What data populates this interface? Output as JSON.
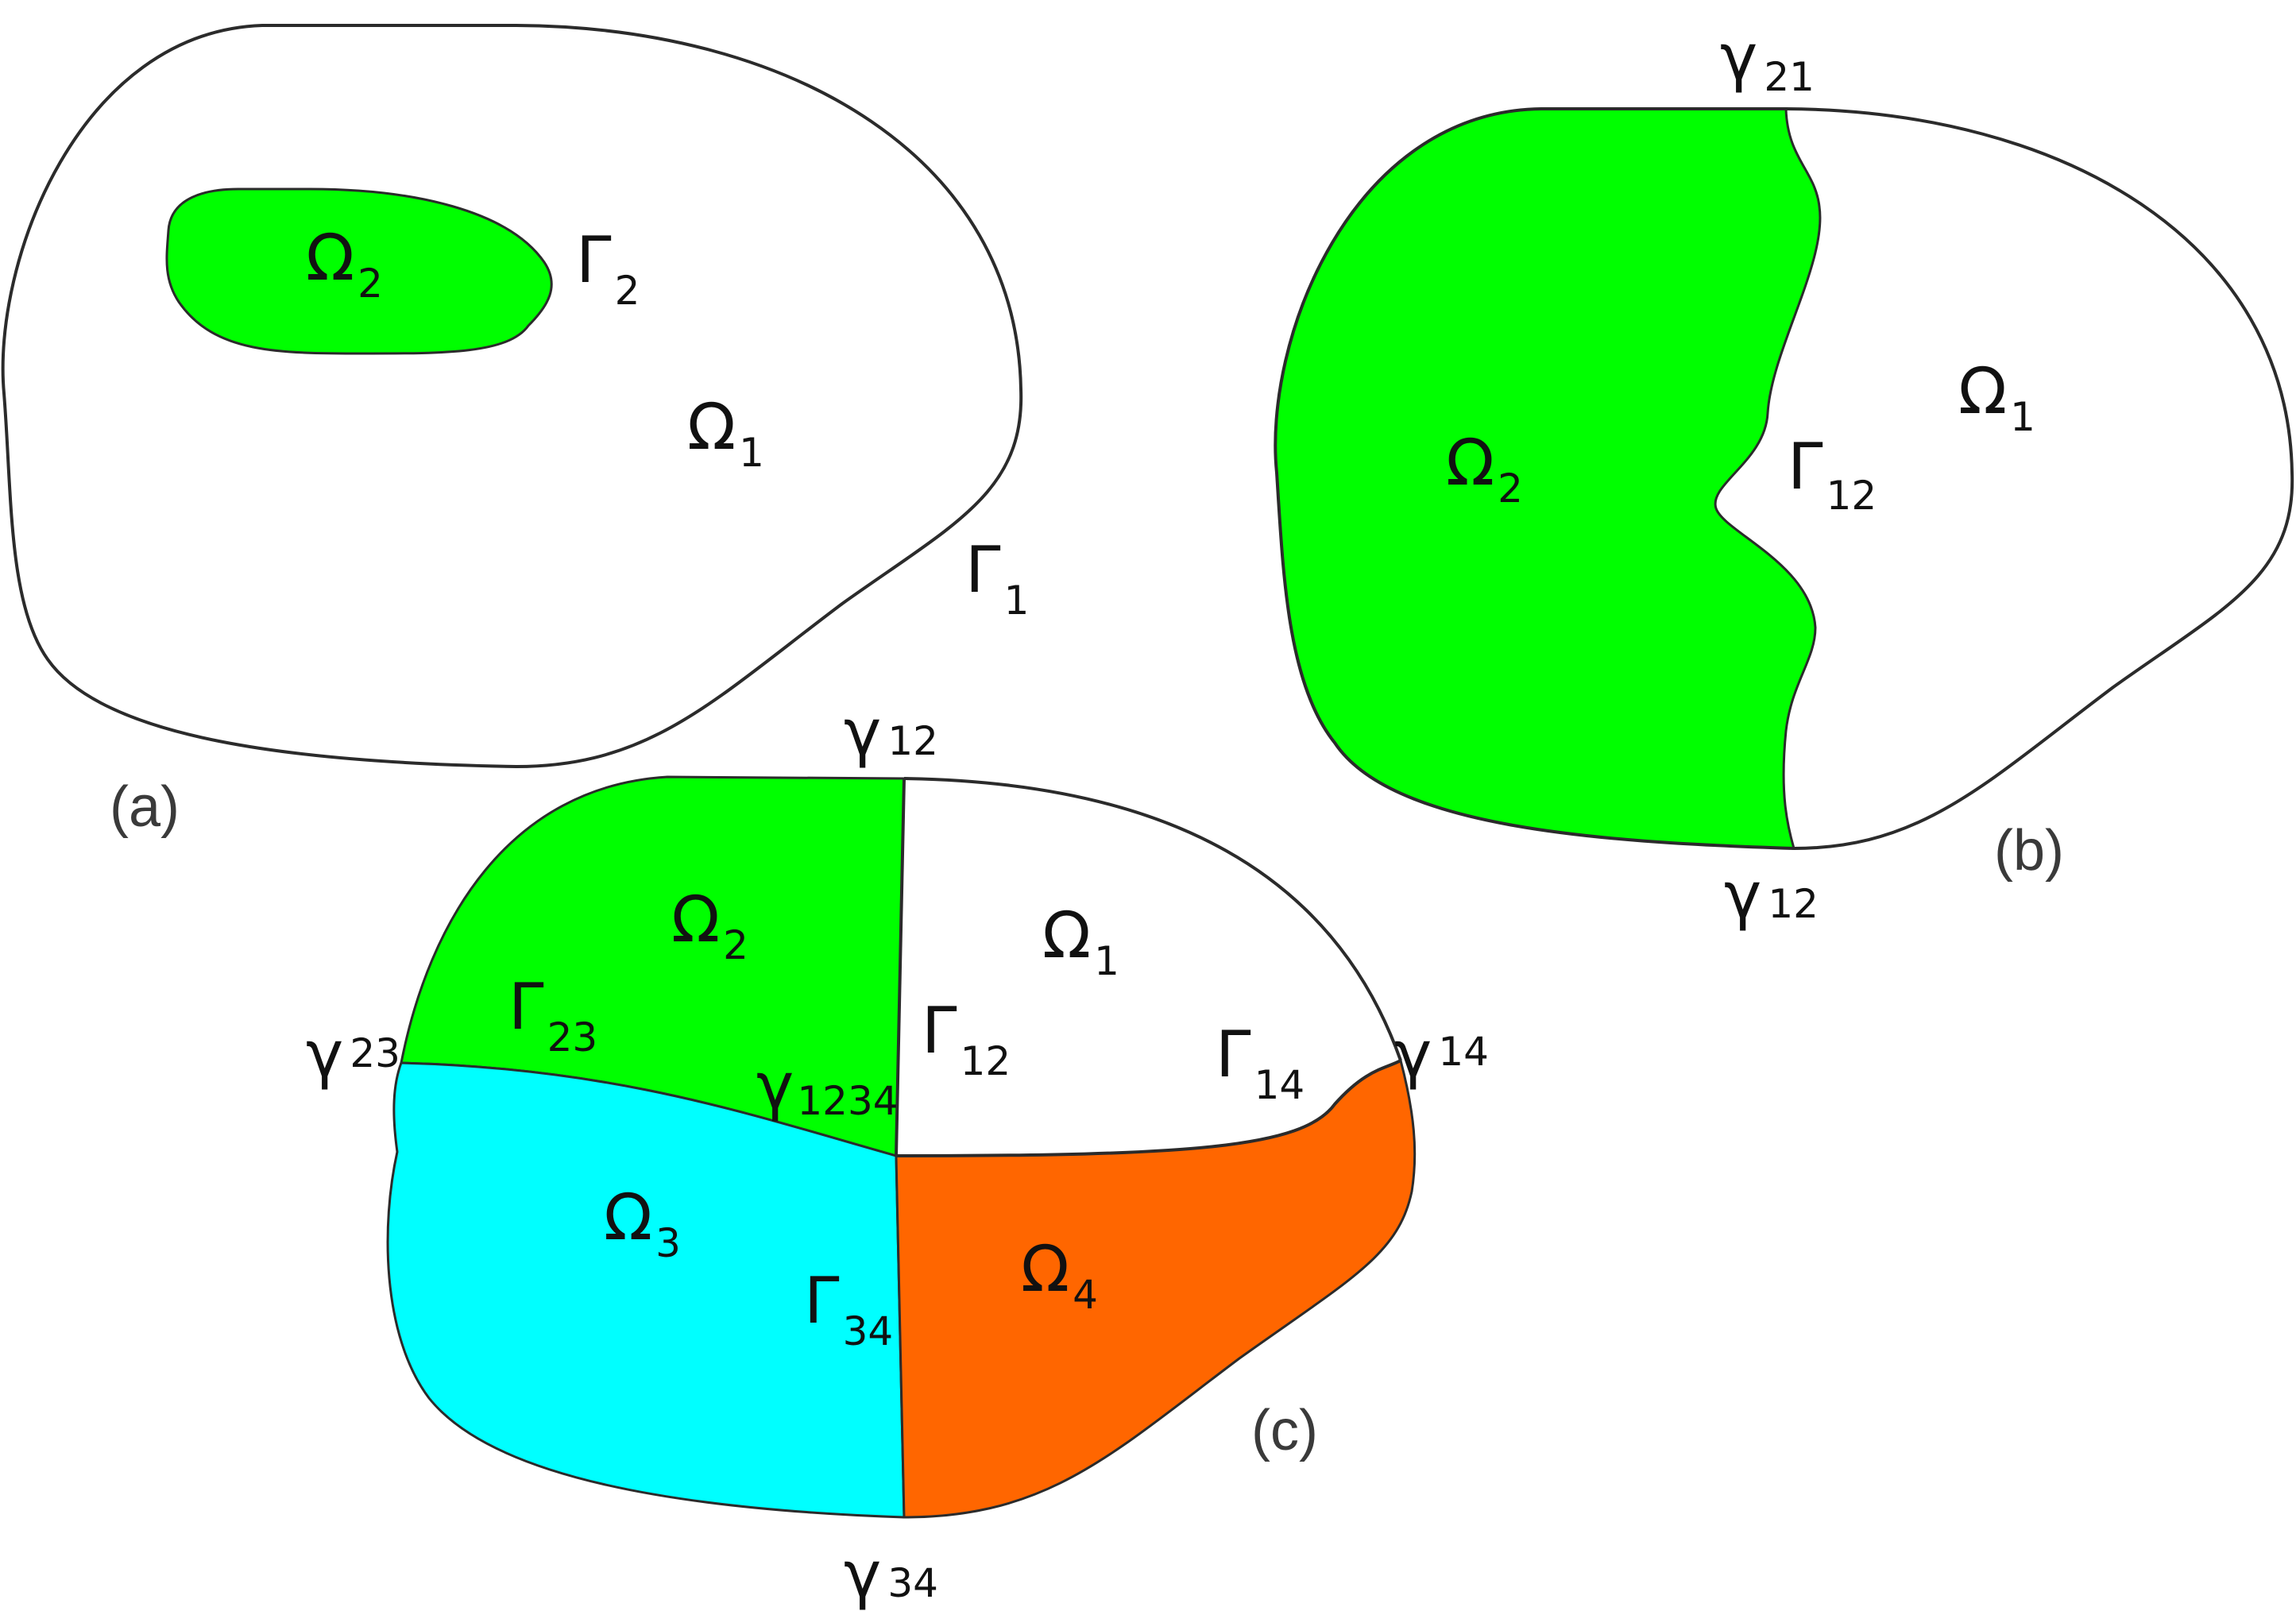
{
  "colors": {
    "omega_2": "#00ff00",
    "omega_3": "#00ffff",
    "omega_4": "#ff6600",
    "omega_1": "#ffffff"
  },
  "panel_a": {
    "caption": "(a)",
    "omega_1": {
      "sym": "Ω",
      "sub": "1"
    },
    "omega_2": {
      "sym": "Ω",
      "sub": "2"
    },
    "gamma_1": {
      "sym": "Γ",
      "sub": "1"
    },
    "gamma_2": {
      "sym": "Γ",
      "sub": "2"
    }
  },
  "panel_b": {
    "caption": "(b)",
    "omega_1": {
      "sym": "Ω",
      "sub": "1"
    },
    "omega_2": {
      "sym": "Ω",
      "sub": "2"
    },
    "gamma_12": {
      "sym": "Γ",
      "sub": "12"
    },
    "point_top": {
      "sym": "γ",
      "sub": "21"
    },
    "point_bottom": {
      "sym": "γ",
      "sub": "12"
    }
  },
  "panel_c": {
    "caption": "(c)",
    "omega_1": {
      "sym": "Ω",
      "sub": "1"
    },
    "omega_2": {
      "sym": "Ω",
      "sub": "2"
    },
    "omega_3": {
      "sym": "Ω",
      "sub": "3"
    },
    "omega_4": {
      "sym": "Ω",
      "sub": "4"
    },
    "gamma_12": {
      "sym": "Γ",
      "sub": "12"
    },
    "gamma_14": {
      "sym": "Γ",
      "sub": "14"
    },
    "gamma_23": {
      "sym": "Γ",
      "sub": "23"
    },
    "gamma_34": {
      "sym": "Γ",
      "sub": "34"
    },
    "point_12": {
      "sym": "γ",
      "sub": "12"
    },
    "point_14": {
      "sym": "γ",
      "sub": "14"
    },
    "point_23": {
      "sym": "γ",
      "sub": "23"
    },
    "point_34": {
      "sym": "γ",
      "sub": "34"
    },
    "point_1234": {
      "sym": "γ",
      "sub": "1234"
    }
  }
}
